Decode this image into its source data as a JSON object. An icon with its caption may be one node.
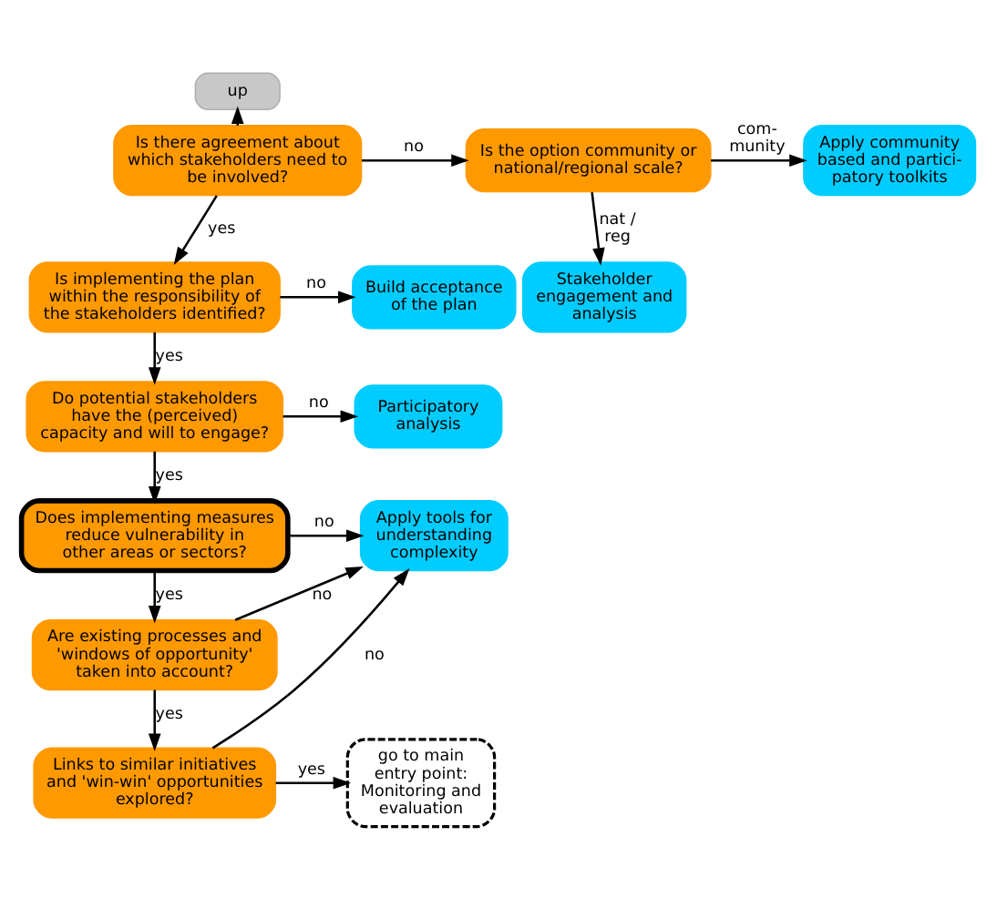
{
  "diagram": {
    "nodes": [
      {
        "text": [
          "up"
        ]
      },
      {
        "text": [
          "Is there agreement about which stakeholders need to be involved?"
        ]
      },
      {
        "text": [
          "Is the option community or national/regional scale?"
        ]
      },
      {
        "text": [
          "Apply community based and partici- patory toolkits"
        ]
      },
      {
        "text": [
          "Stakeholder engagement and analysis"
        ]
      },
      {
        "text": [
          "Is implementing the plan within the responsibility of the stakeholders identified?"
        ]
      },
      {
        "text": [
          "Build acceptance of the plan"
        ]
      },
      {
        "text": [
          "Do potential stakeholders have the (perceived) capacity and will to engage?"
        ]
      },
      {
        "text": [
          "Participatory analysis"
        ]
      },
      {
        "text": [
          "Does implementing measures reduce vulnerability in other areas or sectors?"
        ]
      },
      {
        "text": [
          "Apply tools for understanding complexity"
        ]
      },
      {
        "text": [
          "Are existing processes and 'windows of opportunity' taken into account?"
        ]
      },
      {
        "text": [
          "Links to similar initiatives and 'win-win' opportunities explored?"
        ]
      },
      {
        "text": [
          "go to main entry point: Monitoring and evaluation"
        ]
      }
    ],
    "edges": [
      {
        "from": 1,
        "to": 0,
        "arrow": "to"
      },
      {
        "from": 1,
        "to": 2,
        "arrow": "to",
        "label": "no"
      },
      {
        "from": 2,
        "to": 3,
        "arrow": "to",
        "label": "com- munity"
      },
      {
        "from": 2,
        "to": 4,
        "arrow": "to",
        "label": "nat / reg"
      },
      {
        "from": 1,
        "to": 5,
        "arrow": "to",
        "label": "yes"
      },
      {
        "from": 5,
        "to": 6,
        "arrow": "to",
        "label": "no"
      },
      {
        "from": 5,
        "to": 7,
        "arrow": "to",
        "label": "yes"
      },
      {
        "from": 7,
        "to": 8,
        "arrow": "to",
        "label": "no"
      },
      {
        "from": 7,
        "to": 9,
        "arrow": "to",
        "label": "yes"
      },
      {
        "from": 9,
        "to": 10,
        "arrow": "to",
        "label": "no"
      },
      {
        "from": 9,
        "to": 11,
        "arrow": "to",
        "label": "yes"
      },
      {
        "from": 11,
        "to": 10,
        "arrow": "to",
        "label": "no"
      },
      {
        "from": 11,
        "to": 12,
        "arrow": "to",
        "label": "yes"
      },
      {
        "from": 12,
        "to": 10,
        "arrow": "to",
        "label": "no"
      },
      {
        "from": 12,
        "to": 13,
        "arrow": "to",
        "label": "yes"
      }
    ]
  }
}
